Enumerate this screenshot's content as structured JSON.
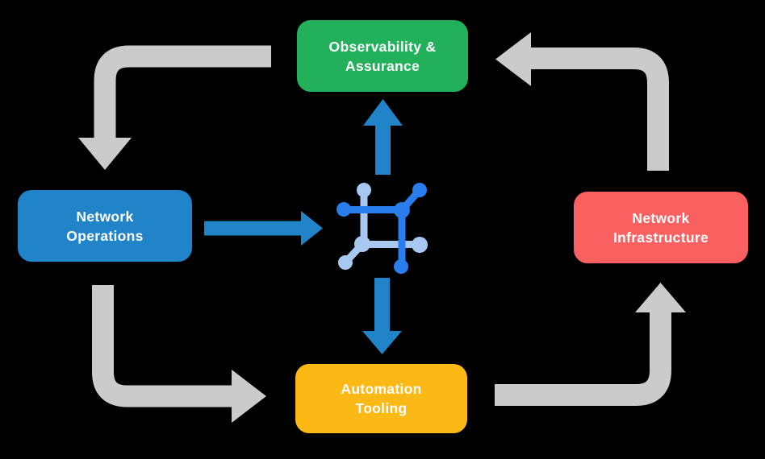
{
  "colors": {
    "background": "#000000",
    "observability_green": "#22b05a",
    "operations_blue": "#2183c8",
    "infrastructure_red": "#f96161",
    "automation_yellow": "#fcb916",
    "cycle_arrow_gray": "#cbcbcb",
    "flow_arrow_blue": "#2183c8",
    "icon_blue_dark": "#2a7dec",
    "icon_blue_light": "#a8c8f2",
    "label_text": "#ffffff"
  },
  "nodes": {
    "observability_assurance": {
      "line1": "Observability &",
      "line2": "Assurance"
    },
    "network_operations": {
      "line1": "Network",
      "line2": "Operations"
    },
    "network_infrastructure": {
      "line1": "Network",
      "line2": "Infrastructure"
    },
    "automation_tooling": {
      "line1": "Automation",
      "line2": "Tooling"
    }
  },
  "center_icon": "network-mesh-icon",
  "edges": {
    "outer_cycle_gray": [
      {
        "from": "observability_assurance",
        "to": "network_operations"
      },
      {
        "from": "network_operations",
        "to": "automation_tooling"
      },
      {
        "from": "automation_tooling",
        "to": "network_infrastructure"
      },
      {
        "from": "network_infrastructure",
        "to": "observability_assurance"
      }
    ],
    "inner_flows_blue": [
      {
        "from": "network_operations",
        "to": "center_icon"
      },
      {
        "from": "center_icon",
        "to": "observability_assurance"
      },
      {
        "from": "center_icon",
        "to": "automation_tooling"
      }
    ]
  }
}
